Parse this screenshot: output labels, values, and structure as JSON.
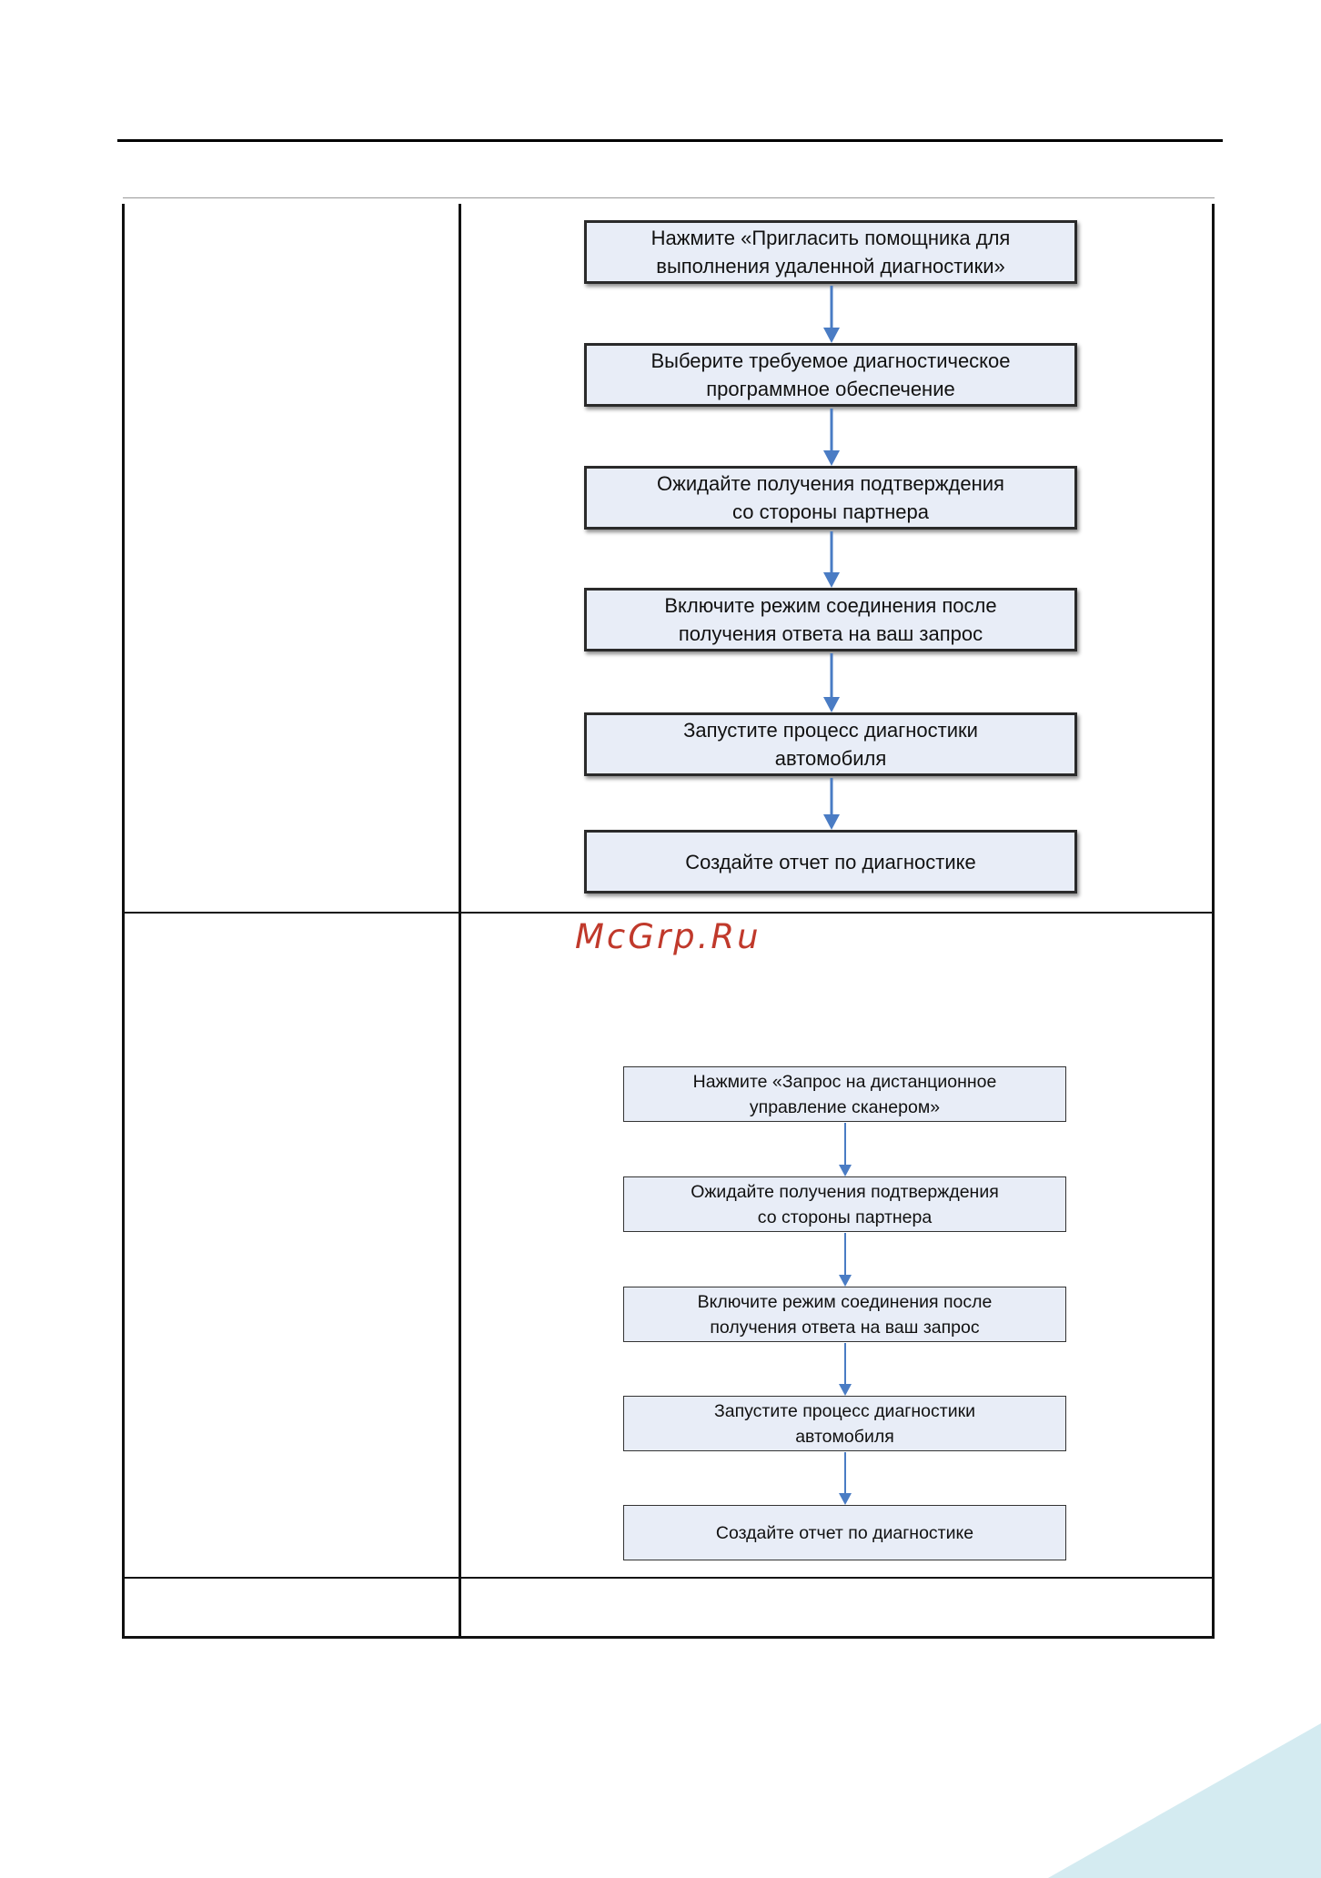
{
  "watermark": {
    "text": "McGrp.Ru"
  },
  "flowchart_1": {
    "steps": [
      "Нажмите «Пригласить помощника для\nвыполнения удаленной диагностики»",
      "Выберите требуемое диагностическое\nпрограммное  обеспечение",
      "Ожидайте получения подтверждения\nсо стороны партнера",
      "Включите режим соединения после\nполучения ответа на ваш запрос",
      "Запустите процесс диагностики\nавтомобиля",
      "Создайте отчет по диагностике"
    ]
  },
  "flowchart_2": {
    "steps": [
      "Нажмите «Запрос на дистанционное\nуправление сканером»",
      "Ожидайте получения подтверждения\nсо стороны партнера",
      "Включите режим соединения после\nполучения ответа на ваш запрос",
      "Запустите процесс диагностики\nавтомобиля",
      "Создайте отчет по диагностике"
    ]
  },
  "colors": {
    "box_fill": "#e8edf7",
    "arrow": "#4a7cc4",
    "corner_accent": "#d4ebf1",
    "watermark": "#c0392b"
  }
}
